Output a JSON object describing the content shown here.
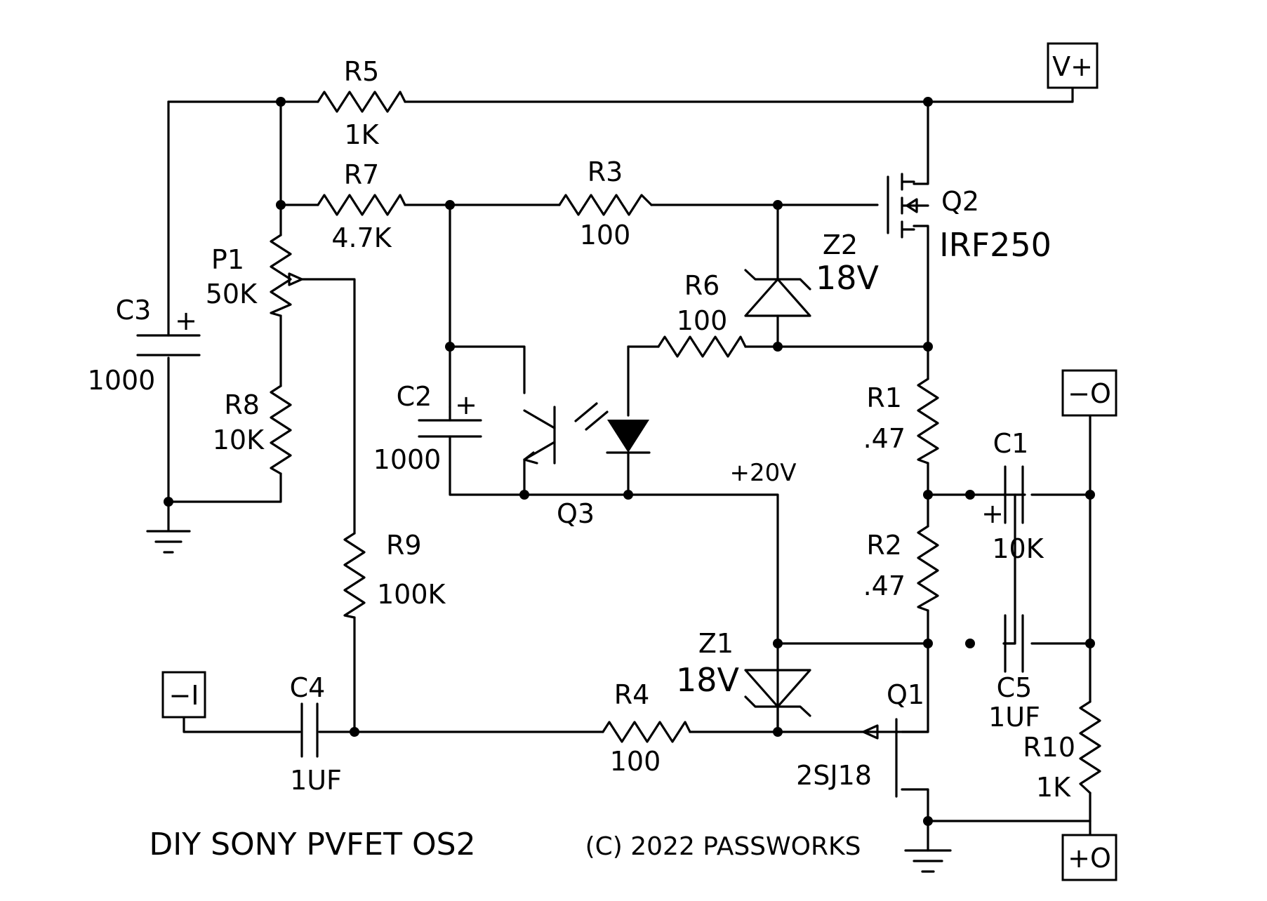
{
  "title": "DIY SONY PVFET OS2",
  "copyright": "(C) 2022 PASSWORKS",
  "terminals": {
    "vplus": "V+",
    "minus_out": "−O",
    "plus_out": "+O",
    "minus_in": "−I"
  },
  "net_labels": {
    "plus20v": "+20V"
  },
  "components": {
    "R1": {
      "ref": "R1",
      "value": ".47"
    },
    "R2": {
      "ref": "R2",
      "value": ".47"
    },
    "R3": {
      "ref": "R3",
      "value": "100"
    },
    "R4": {
      "ref": "R4",
      "value": "100"
    },
    "R5": {
      "ref": "R5",
      "value": "1K"
    },
    "R6": {
      "ref": "R6",
      "value": "100"
    },
    "R7": {
      "ref": "R7",
      "value": "4.7K"
    },
    "R8": {
      "ref": "R8",
      "value": "10K"
    },
    "R9": {
      "ref": "R9",
      "value": "100K"
    },
    "R10": {
      "ref": "R10",
      "value": "1K"
    },
    "P1": {
      "ref": "P1",
      "value": "50K"
    },
    "C1": {
      "ref": "C1",
      "value": "10K"
    },
    "C2": {
      "ref": "C2",
      "value": "1000"
    },
    "C3": {
      "ref": "C3",
      "value": "1000"
    },
    "C4": {
      "ref": "C4",
      "value": "1UF"
    },
    "C5": {
      "ref": "C5",
      "value": "1UF"
    },
    "Z1": {
      "ref": "Z1",
      "value": "18V"
    },
    "Z2": {
      "ref": "Z2",
      "value": "18V"
    },
    "Q1": {
      "ref": "Q1",
      "value": "2SJ18"
    },
    "Q2": {
      "ref": "Q2",
      "value": "IRF250"
    },
    "Q3": {
      "ref": "Q3"
    }
  },
  "polarity_mark": "+"
}
